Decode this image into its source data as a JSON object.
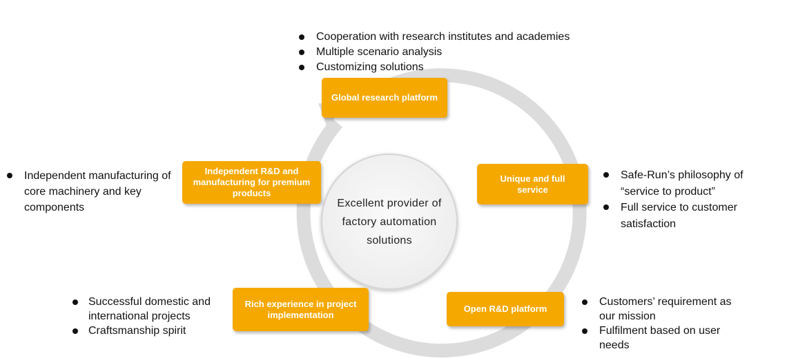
{
  "center": {
    "label": "Excellent provider of factory automation solutions"
  },
  "nodes": {
    "global_research": "Global research platform",
    "unique_service": "Unique and full service",
    "open_rd": "Open R&D platform",
    "rich_experience": "Rich experience in project implementation",
    "independent_rd": "Independent R&D and manufacturing for premium products"
  },
  "bullets": {
    "top": [
      "Cooperation with research institutes and academies",
      "Multiple scenario analysis",
      "Customizing solutions"
    ],
    "right_upper": [
      "Safe-Run’s philosophy of “service to product”",
      "Full service to customer satisfaction"
    ],
    "right_lower": [
      "Customers’ requirement as our mission",
      "Fulfilment based on user needs"
    ],
    "left_lower": [
      "Successful domestic and international projects",
      "Craftsmanship spirit"
    ],
    "left_upper": [
      "Independent manufacturing of core machinery and key components"
    ]
  },
  "colors": {
    "node_fill": "#f5a800",
    "ring": "#dcdcdc",
    "center_fill": "#f0f0f0"
  }
}
